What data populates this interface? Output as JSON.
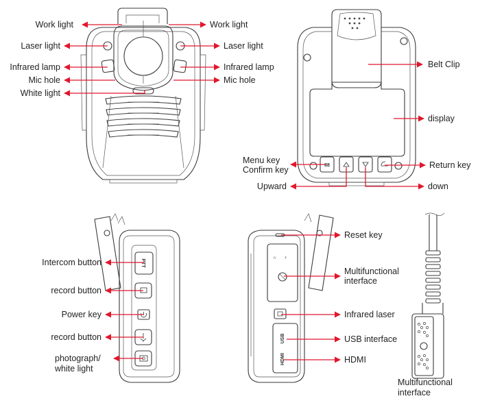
{
  "diagram": {
    "title": "Body camera component layout",
    "accent_color": "#e0182d",
    "views": [
      {
        "id": "front",
        "labels": {
          "work_light_left": "Work light",
          "work_light_right": "Work light",
          "laser_light_left": "Laser light",
          "laser_light_right": "Laser light",
          "infrared_lamp_left": "Infrared lamp",
          "infrared_lamp_right": "Infrared lamp",
          "mic_hole_left": "Mic hole",
          "mic_hole_right": "Mic hole",
          "white_light": "White light"
        }
      },
      {
        "id": "back",
        "labels": {
          "belt_clip": "Belt Clip",
          "display": "display",
          "menu_key": "Menu key",
          "confirm_key": "Confirm key",
          "return_key": "Return key",
          "upward": "Upward",
          "down": "down"
        }
      },
      {
        "id": "left-side",
        "labels": {
          "intercom_button": "Intercom button",
          "record_button_video": "record button",
          "power_key": "Power key",
          "record_button_audio": "record button",
          "photograph_line1": "photograph/",
          "photograph_line2": "white light"
        },
        "button_text": {
          "ptt": "PTT"
        }
      },
      {
        "id": "right-side",
        "labels": {
          "reset_key": "Reset key",
          "multifunctional_line1": "Multifunctional",
          "multifunctional_line2": "interface",
          "infrared_laser": "Infrared laser",
          "usb_interface": "USB interface",
          "hdmi": "HDMI"
        },
        "port_text": {
          "usb": "USB",
          "hdmi": "HDMI"
        }
      },
      {
        "id": "cable-connector",
        "labels": {
          "connector_line1": "Multifunctional",
          "connector_line2": "interface"
        }
      }
    ]
  }
}
